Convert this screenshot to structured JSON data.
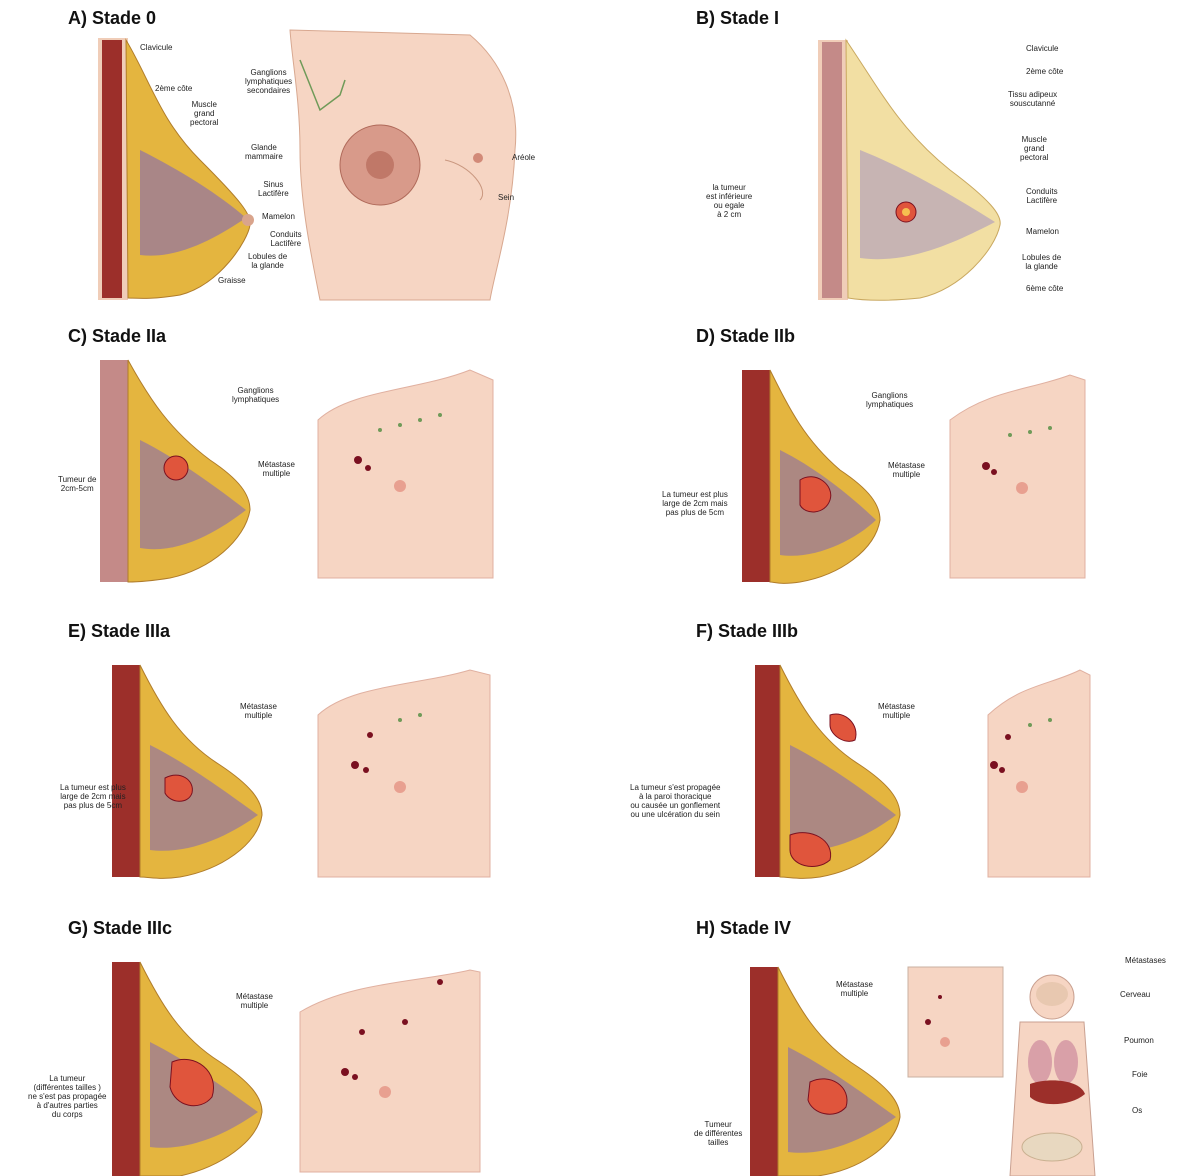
{
  "colors": {
    "skin": "#f6d5c3",
    "skin_shade": "#e8b59c",
    "fat": "#e4b53f",
    "fat_light": "#f2dfa3",
    "muscle": "#9c2f2a",
    "lobule": "#9a7a9a",
    "tumor": "#e0553c",
    "lymph": "#6f9a58",
    "metastasis": "#7a1020"
  },
  "panels": {
    "a": {
      "title": "A) Stade 0",
      "clavicle": "Clavicule",
      "rib2": "2ème côte",
      "muscle": "Muscle\ngrand\npectoral",
      "nodes": "Ganglions\nlymphatiques\nsecondaires",
      "gland": "Glande\nmammaire",
      "sinus": "Sinus\nLactifère",
      "nipple": "Mamelon",
      "ducts": "Conduits\nLactifère",
      "lobules": "Lobules de\nla glande",
      "fat": "Graisse",
      "areola": "Aréole",
      "breast": "Sein"
    },
    "b": {
      "title": "B) Stade I",
      "clavicle": "Clavicule",
      "rib2": "2ème côte",
      "adipose": "Tissu adipeux\nsouscutanné",
      "muscle": "Muscle\ngrand\npectoral",
      "ducts": "Conduits\nLactifère",
      "nipple": "Mamelon",
      "lobules": "Lobules de\nla glande",
      "rib6": "6ème côte",
      "tumor": "la tumeur\nest inférieure\nou egale\nà 2 cm"
    },
    "c": {
      "title": "C) Stade IIa",
      "nodes": "Ganglions\nlymphatiques",
      "metastasis": "Métastase\nmultiple",
      "tumor": "Tumeur de\n2cm-5cm"
    },
    "d": {
      "title": "D) Stade IIb",
      "nodes": "Ganglions\nlymphatiques",
      "metastasis": "Métastase\nmultiple",
      "tumor": "La tumeur est plus\nlarge de 2cm mais\npas plus de 5cm"
    },
    "e": {
      "title": "E) Stade IIIa",
      "metastasis": "Métastase\nmultiple",
      "tumor": "La tumeur est plus\nlarge de 2cm mais\npas plus de 5cm"
    },
    "f": {
      "title": "F) Stade IIIb",
      "metastasis": "Métastase\nmultiple",
      "tumor": "La tumeur s'est propagée\nà la paroi thoracique\nou causée un gonflement\nou une ulcération du sein"
    },
    "g": {
      "title": "G) Stade IIIc",
      "metastasis": "Métastase\nmultiple",
      "tumor": "La tumeur\n(différentes tailles )\nne s'est pas propagée\nà d'autres parties\ndu corps"
    },
    "h": {
      "title": "H) Stade IV",
      "metastasis": "Métastase\nmultiple",
      "tumor": "Tumeur\nde différentes\ntailles",
      "metastases_header": "Métastases",
      "brain": "Cerveau",
      "lung": "Poumon",
      "liver": "Foie",
      "bone": "Os"
    }
  }
}
